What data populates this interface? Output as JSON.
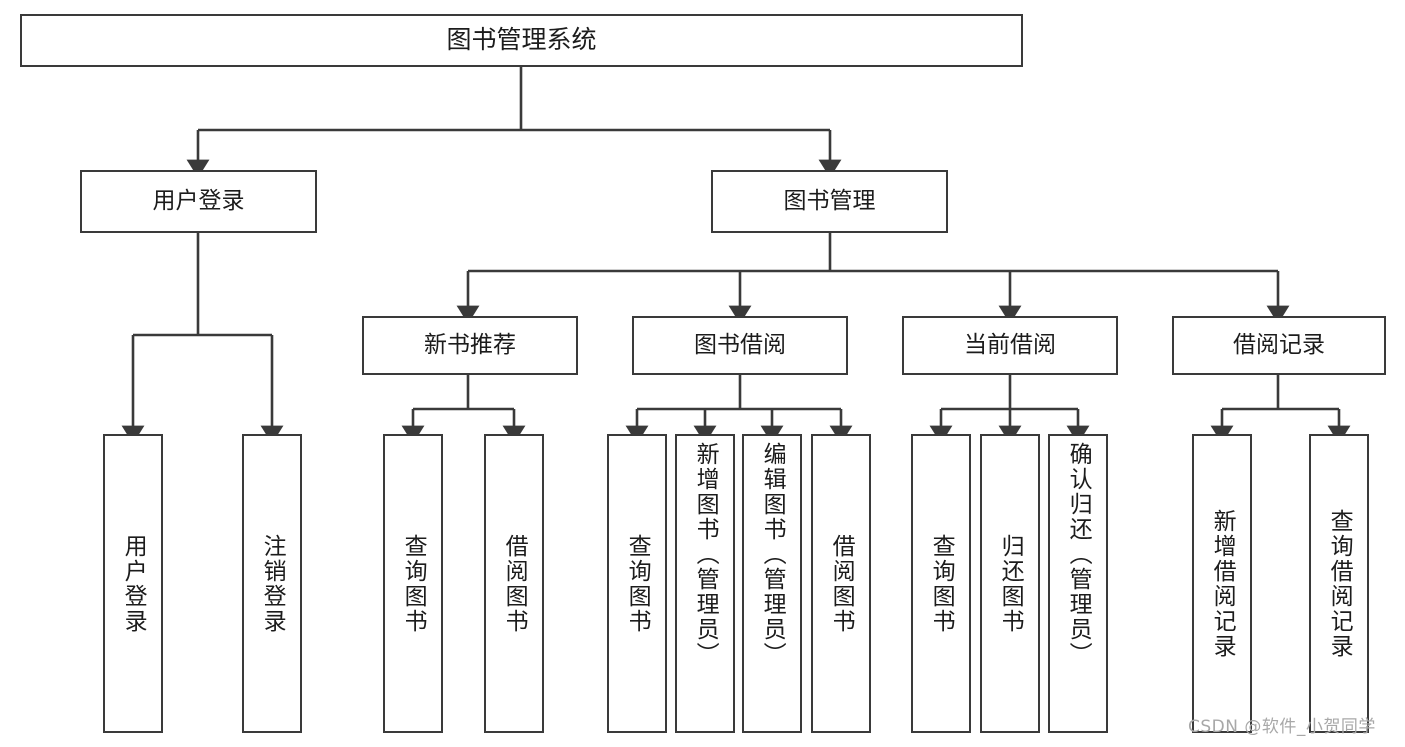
{
  "diagram": {
    "title": "图书管理系统",
    "type": "tree-hierarchy",
    "stroke_color": "#3a3a3a",
    "fill_color": "#ffffff",
    "text_color": "#1c1c1c"
  },
  "root": {
    "label": "图书管理系统"
  },
  "level2": [
    {
      "label": "用户登录"
    },
    {
      "label": "图书管理"
    }
  ],
  "level3": [
    {
      "label": "新书推荐"
    },
    {
      "label": "图书借阅"
    },
    {
      "label": "当前借阅"
    },
    {
      "label": "借阅记录"
    }
  ],
  "leaves": [
    {
      "label": "用户登录"
    },
    {
      "label": "注销登录"
    },
    {
      "label": "查询图书"
    },
    {
      "label": "借阅图书"
    },
    {
      "label": "查询图书"
    },
    {
      "label": "新增图书（管理员）"
    },
    {
      "label": "编辑图书（管理员）"
    },
    {
      "label": "借阅图书"
    },
    {
      "label": "查询图书"
    },
    {
      "label": "归还图书"
    },
    {
      "label": "确认归还（管理员）"
    },
    {
      "label": "新增借阅记录"
    },
    {
      "label": "查询借阅记录"
    }
  ],
  "watermark": {
    "text": "CSDN @软件_小贺同学"
  }
}
